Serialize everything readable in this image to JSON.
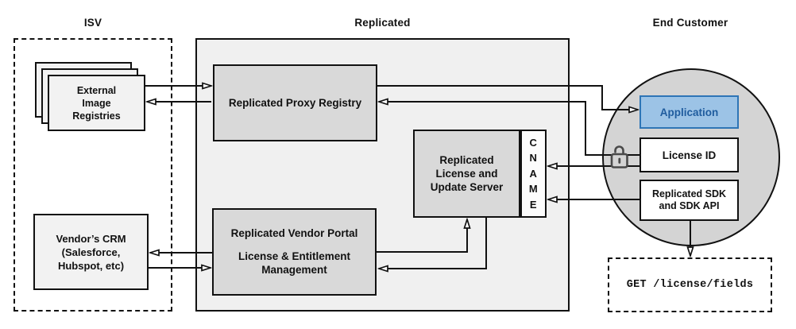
{
  "sections": {
    "isv": {
      "title": "ISV"
    },
    "replicated": {
      "title": "Replicated"
    },
    "end_customer": {
      "title": "End Customer"
    }
  },
  "nodes": {
    "external_registries": {
      "label": "External\nImage\nRegistries"
    },
    "vendor_crm": {
      "label": "Vendor’s CRM\n(Salesforce,\nHubspot, etc)"
    },
    "proxy_registry": {
      "label": "Replicated Proxy Registry"
    },
    "vendor_portal": {
      "title": "Replicated Vendor Portal",
      "subtitle": "License & Entitlement\nManagement"
    },
    "license_server": {
      "label": "Replicated\nLicense and\nUpdate Server"
    },
    "cname": {
      "label": "C\nN\nA\nM\nE"
    },
    "application": {
      "label": "Application"
    },
    "license_id": {
      "label": "License ID"
    },
    "sdk": {
      "label": "Replicated SDK\nand SDK API"
    },
    "get_request": {
      "label": "GET /license/fields"
    }
  },
  "icons": {
    "unlock": "unlock-icon"
  },
  "colors": {
    "line": "#111111",
    "container_fill": "#f0f0f0",
    "light_node_fill": "#f2f2f2",
    "gray_node_fill": "#d9d9d9",
    "circle_fill": "#d4d4d4",
    "accent_fill": "#9cc3e6",
    "accent_border": "#2e75b6",
    "accent_text": "#1f5c9e"
  }
}
